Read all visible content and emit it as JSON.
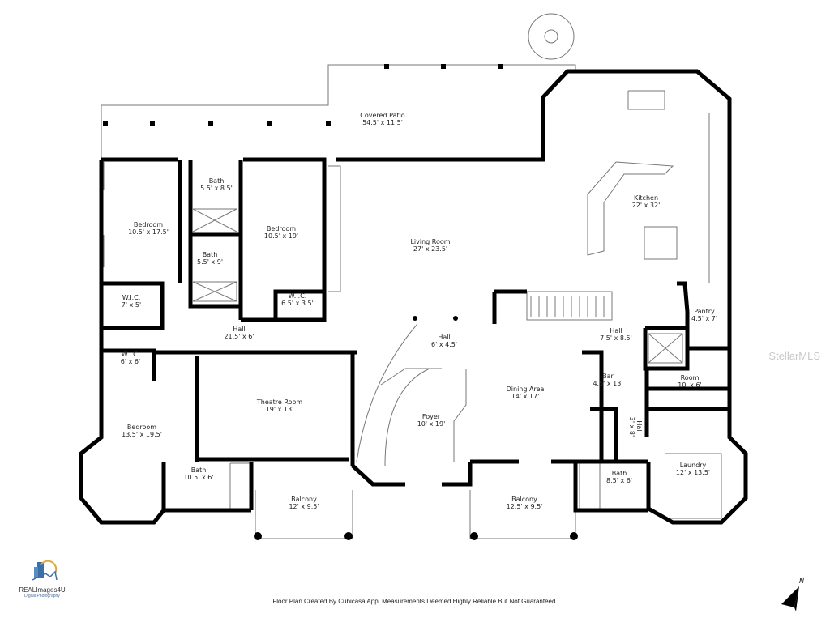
{
  "rooms": [
    {
      "id": "covered-patio",
      "name": "Covered Patio",
      "dim": "54.5' x 11.5'"
    },
    {
      "id": "kitchen",
      "name": "Kitchen",
      "dim": "22' x 32'"
    },
    {
      "id": "bath-1",
      "name": "Bath",
      "dim": "5.5' x 8.5'"
    },
    {
      "id": "bedroom-1",
      "name": "Bedroom",
      "dim": "10.5' x 17.5'"
    },
    {
      "id": "bedroom-2",
      "name": "Bedroom",
      "dim": "10.5' x 19'"
    },
    {
      "id": "bath-2",
      "name": "Bath",
      "dim": "5.5' x 9'"
    },
    {
      "id": "living-room",
      "name": "Living Room",
      "dim": "27' x 23.5'"
    },
    {
      "id": "wic-1",
      "name": "W.I.C.",
      "dim": "7' x 5'"
    },
    {
      "id": "wic-2",
      "name": "W.I.C.",
      "dim": "6.5' x 3.5'"
    },
    {
      "id": "pantry",
      "name": "Pantry",
      "dim": "4.5' x 7'"
    },
    {
      "id": "hall-1",
      "name": "Hall",
      "dim": "21.5' x 6'"
    },
    {
      "id": "hall-2",
      "name": "Hall",
      "dim": "6' x 4.5'"
    },
    {
      "id": "hall-3",
      "name": "Hall",
      "dim": "7.5' x 8.5'"
    },
    {
      "id": "wic-3",
      "name": "W.I.C.",
      "dim": "6' x 6'"
    },
    {
      "id": "room",
      "name": "Room",
      "dim": "10' x 6'"
    },
    {
      "id": "bar",
      "name": "Bar",
      "dim": "4.5' x 13'"
    },
    {
      "id": "dining-area",
      "name": "Dining Area",
      "dim": "14' x 17'"
    },
    {
      "id": "theatre-room",
      "name": "Theatre Room",
      "dim": "19' x 13'"
    },
    {
      "id": "foyer",
      "name": "Foyer",
      "dim": "10' x 19'"
    },
    {
      "id": "hall-4",
      "name": "Hall",
      "dim": "3' x 8'"
    },
    {
      "id": "bedroom-3",
      "name": "Bedroom",
      "dim": "13.5' x 19.5'"
    },
    {
      "id": "laundry",
      "name": "Laundry",
      "dim": "12' x 13.5'"
    },
    {
      "id": "bath-3",
      "name": "Bath",
      "dim": "10.5' x 6'"
    },
    {
      "id": "bath-4",
      "name": "Bath",
      "dim": "8.5' x 6'"
    },
    {
      "id": "balcony-1",
      "name": "Balcony",
      "dim": "12' x 9.5'"
    },
    {
      "id": "balcony-2",
      "name": "Balcony",
      "dim": "12.5' x 9.5'"
    }
  ],
  "watermark": "StellarMLS",
  "logo": {
    "name": "REALImages4U",
    "subtitle": "Digital Photography"
  },
  "disclaimer": "Floor Plan Created By Cubicasa App. Measurements Deemed Highly Reliable But Not Guaranteed.",
  "compass": {
    "label": "N"
  },
  "colors": {
    "wall": "#000000",
    "fixture": "#777777",
    "logo_blue": "#3a6fa8",
    "logo_gold": "#e0a93a"
  }
}
